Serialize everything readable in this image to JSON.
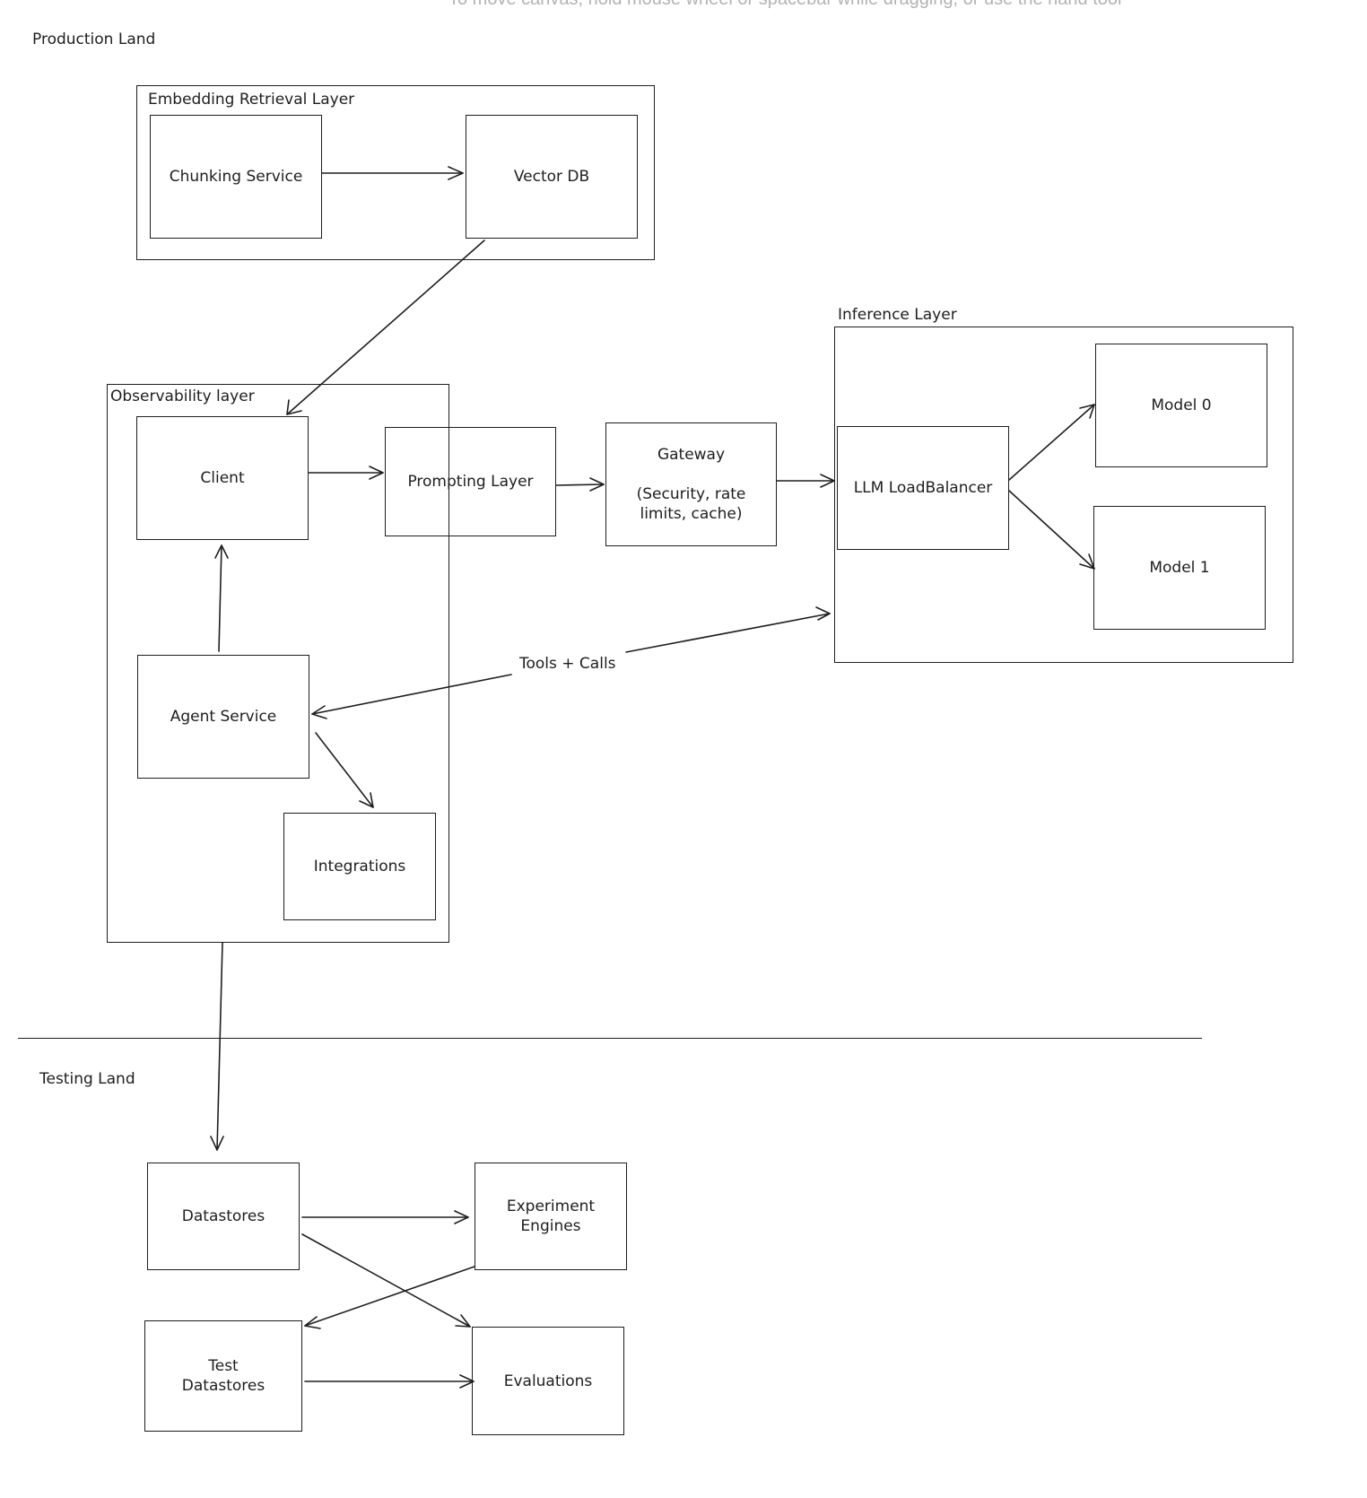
{
  "canvas_hint": "To move canvas, hold mouse wheel or spacebar while dragging, or use the hand tool",
  "regions": {
    "production": "Production Land",
    "testing": "Testing Land"
  },
  "groups": {
    "embedding": "Embedding Retrieval Layer",
    "inference": "Inference Layer",
    "observability": "Observability layer"
  },
  "nodes": {
    "chunking": "Chunking Service",
    "vector_db": "Vector DB",
    "client": "Client",
    "prompting": "Prompting Layer",
    "gateway": "Gateway\n\n(Security, rate\nlimits, cache)",
    "llm_lb": "LLM LoadBalancer",
    "model0": "Model 0",
    "model1": "Model 1",
    "agent": "Agent Service",
    "integrations": "Integrations",
    "datastores": "Datastores",
    "experiment": "Experiment\nEngines",
    "test_datastores": "Test\nDatastores",
    "evaluations": "Evaluations"
  },
  "edges": {
    "tools_calls": "Tools + Calls"
  }
}
